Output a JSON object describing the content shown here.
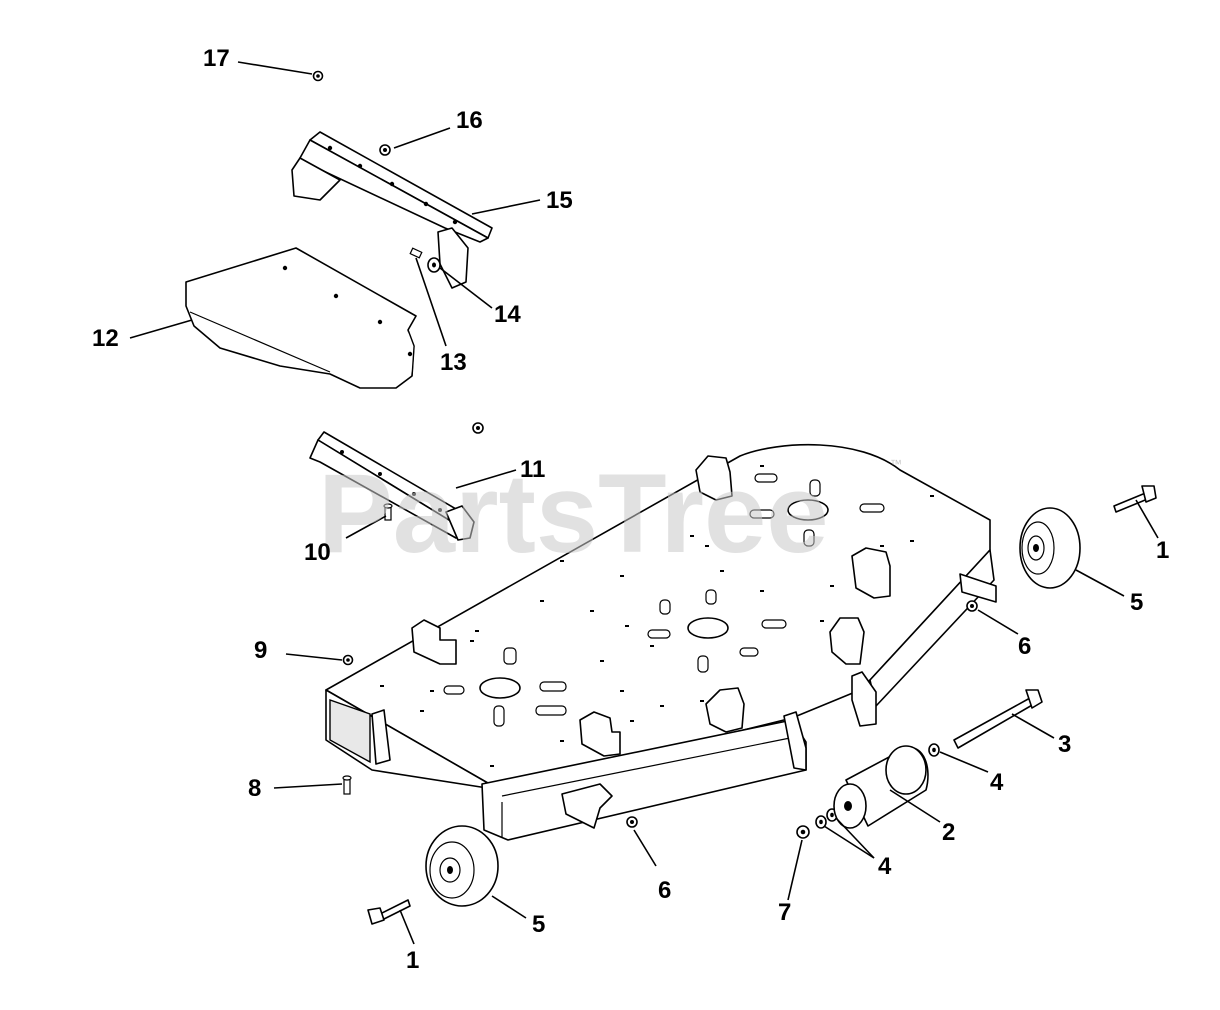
{
  "watermark": {
    "text": "PartsTree",
    "trademark": "™"
  },
  "callouts": [
    {
      "id": "c17",
      "label": "17"
    },
    {
      "id": "c16",
      "label": "16"
    },
    {
      "id": "c15",
      "label": "15"
    },
    {
      "id": "c14",
      "label": "14"
    },
    {
      "id": "c13",
      "label": "13"
    },
    {
      "id": "c12",
      "label": "12"
    },
    {
      "id": "c11",
      "label": "11"
    },
    {
      "id": "c10",
      "label": "10"
    },
    {
      "id": "c9",
      "label": "9"
    },
    {
      "id": "c8",
      "label": "8"
    },
    {
      "id": "c7",
      "label": "7"
    },
    {
      "id": "c6a",
      "label": "6"
    },
    {
      "id": "c6b",
      "label": "6"
    },
    {
      "id": "c5a",
      "label": "5"
    },
    {
      "id": "c5b",
      "label": "5"
    },
    {
      "id": "c4a",
      "label": "4"
    },
    {
      "id": "c4b",
      "label": "4"
    },
    {
      "id": "c3",
      "label": "3"
    },
    {
      "id": "c2",
      "label": "2"
    },
    {
      "id": "c1a",
      "label": "1"
    },
    {
      "id": "c1b",
      "label": "1"
    }
  ]
}
